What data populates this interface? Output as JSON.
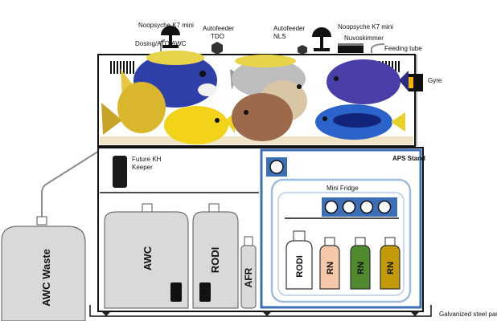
{
  "labels": {
    "noopsyche_left": "Noopsyche K7 mini",
    "noopsyche_right": "Noopsyche K7 mini",
    "autofeeder_tdo_line1": "Autofeeder",
    "autofeeder_tdo_line2": "TDO",
    "autofeeder_nls_line1": "Autofeeder",
    "autofeeder_nls_line2": "NLS",
    "dosing": "Dosing/ATO/AWC",
    "nuvoskimmer": "Nuvoskimmer",
    "feeding_tube": "Feeding tube",
    "gyre": "Gyre",
    "future_kh_line1": "Future KH",
    "future_kh_line2": "Keeper",
    "aps_stand": "APS Stand",
    "mini_fridge": "Mini Fridge",
    "galvanized": "Galvanized steel pan"
  },
  "containers": {
    "awc_waste": "AWC Waste",
    "awc": "AWC",
    "rodi_large": "RODI",
    "afr": "AFR",
    "rodi_small": "RODI",
    "rn1": "RN",
    "rn2": "RN",
    "rn3": "RN"
  },
  "colors": {
    "tank_border": "#111111",
    "stand_blue": "#3d6fb6",
    "fridge_blue": "#9fbbe0",
    "container_gray": "#d9d9d9",
    "rn_peach": "#f6c7a8",
    "rn_green": "#4f8a2c",
    "rn_gold": "#c49a0a",
    "tube_gray": "#8c8c8c"
  }
}
